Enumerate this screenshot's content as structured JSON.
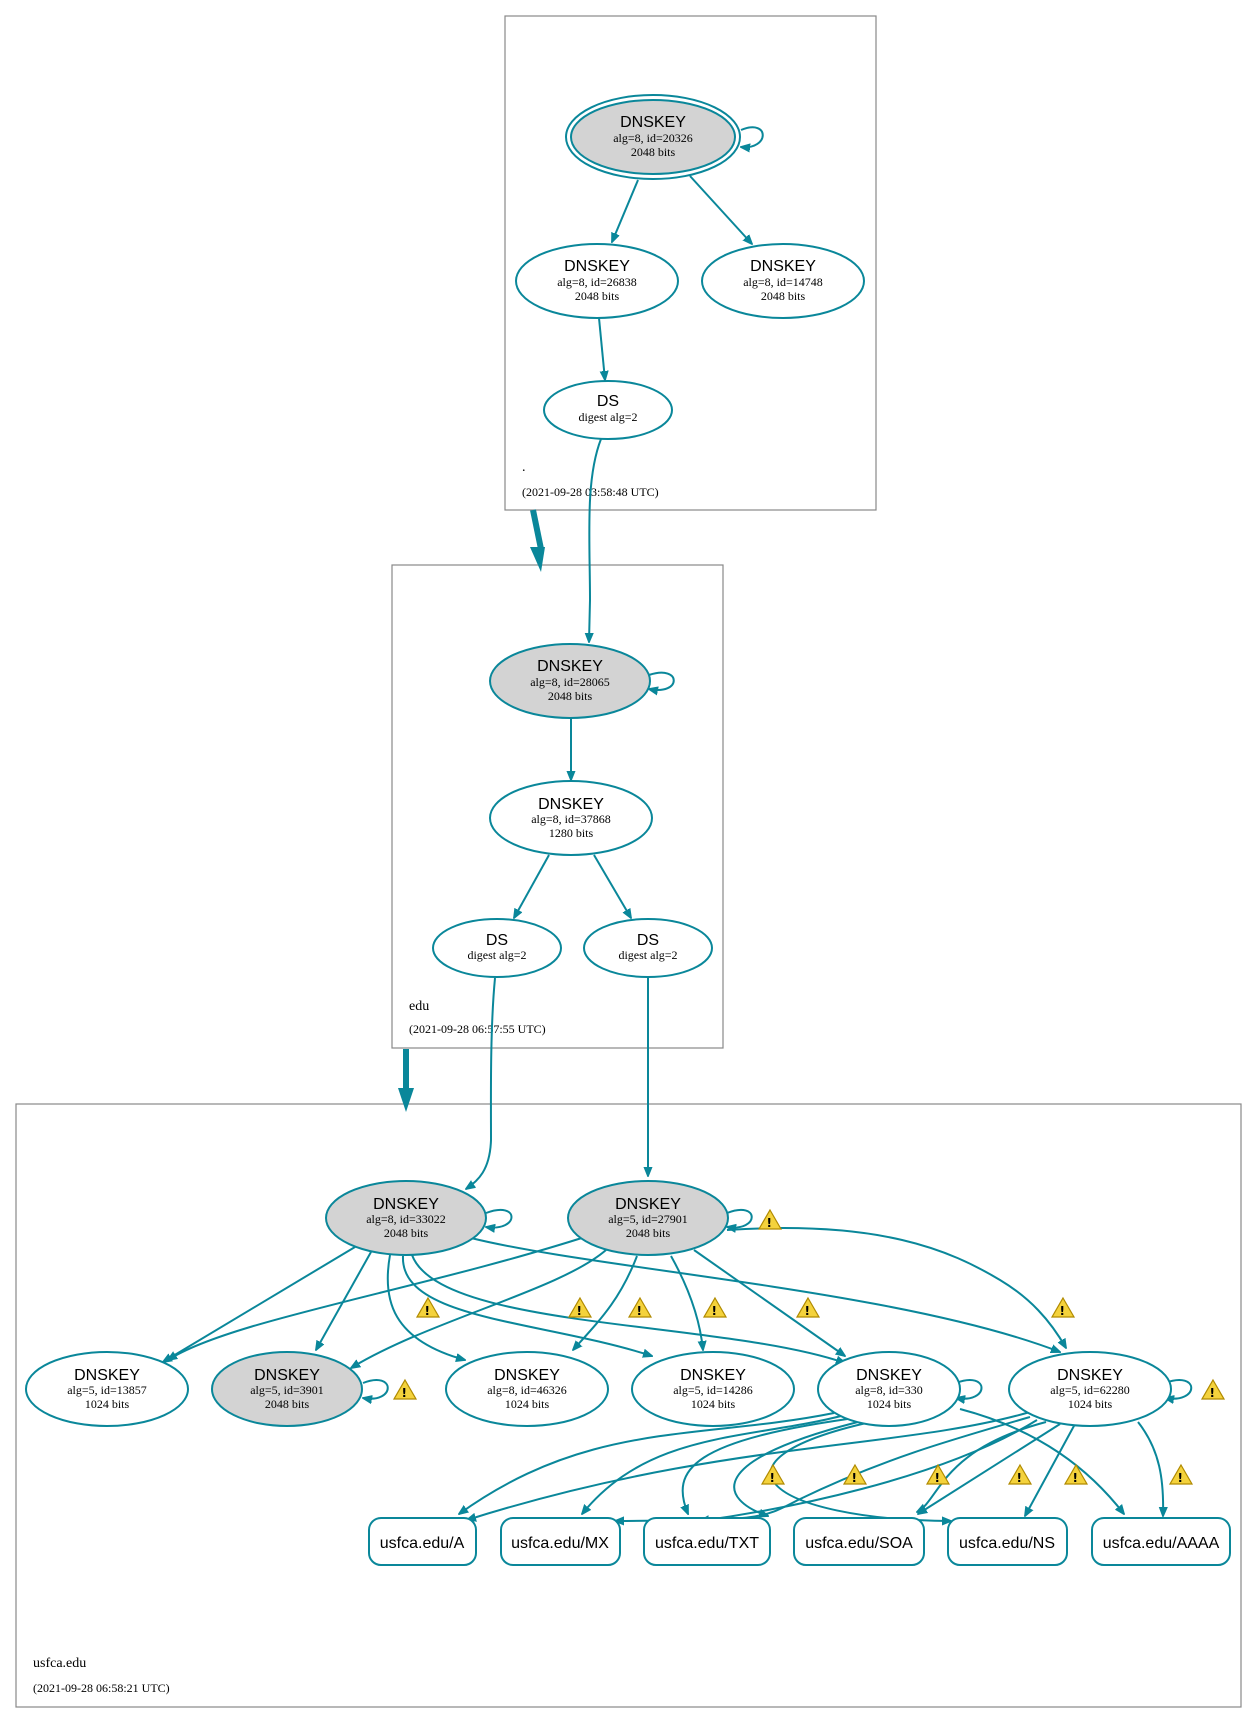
{
  "colors": {
    "edge": "#0a879a",
    "sep_fill": "#d3d3d3",
    "plain_fill": "#ffffff",
    "warning": "#f4d23c"
  },
  "zones": {
    "root": {
      "name": ".",
      "timestamp": "(2021-09-28 03:58:48 UTC)"
    },
    "edu": {
      "name": "edu",
      "timestamp": "(2021-09-28 06:57:55 UTC)"
    },
    "usfca": {
      "name": "usfca.edu",
      "timestamp": "(2021-09-28 06:58:21 UTC)"
    }
  },
  "nodes": {
    "root_ksk": {
      "title": "DNSKEY",
      "line1": "alg=8, id=20326",
      "line2": "2048 bits"
    },
    "root_zsk1": {
      "title": "DNSKEY",
      "line1": "alg=8, id=26838",
      "line2": "2048 bits"
    },
    "root_zsk2": {
      "title": "DNSKEY",
      "line1": "alg=8, id=14748",
      "line2": "2048 bits"
    },
    "root_ds": {
      "title": "DS",
      "line1": "digest alg=2"
    },
    "edu_ksk": {
      "title": "DNSKEY",
      "line1": "alg=8, id=28065",
      "line2": "2048 bits"
    },
    "edu_zsk": {
      "title": "DNSKEY",
      "line1": "alg=8, id=37868",
      "line2": "1280 bits"
    },
    "edu_ds1": {
      "title": "DS",
      "line1": "digest alg=2"
    },
    "edu_ds2": {
      "title": "DS",
      "line1": "digest alg=2"
    },
    "usfca_ksk1": {
      "title": "DNSKEY",
      "line1": "alg=8, id=33022",
      "line2": "2048 bits"
    },
    "usfca_ksk2": {
      "title": "DNSKEY",
      "line1": "alg=5, id=27901",
      "line2": "2048 bits"
    },
    "usfca_k13857": {
      "title": "DNSKEY",
      "line1": "alg=5, id=13857",
      "line2": "1024 bits"
    },
    "usfca_k3901": {
      "title": "DNSKEY",
      "line1": "alg=5, id=3901",
      "line2": "2048 bits"
    },
    "usfca_k46326": {
      "title": "DNSKEY",
      "line1": "alg=8, id=46326",
      "line2": "1024 bits"
    },
    "usfca_k14286": {
      "title": "DNSKEY",
      "line1": "alg=5, id=14286",
      "line2": "1024 bits"
    },
    "usfca_k330": {
      "title": "DNSKEY",
      "line1": "alg=8, id=330",
      "line2": "1024 bits"
    },
    "usfca_k62280": {
      "title": "DNSKEY",
      "line1": "alg=5, id=62280",
      "line2": "1024 bits"
    }
  },
  "rrsets": {
    "a": "usfca.edu/A",
    "mx": "usfca.edu/MX",
    "txt": "usfca.edu/TXT",
    "soa": "usfca.edu/SOA",
    "ns": "usfca.edu/NS",
    "aaaa": "usfca.edu/AAAA"
  },
  "warning_icon": "warning-triangle-icon"
}
